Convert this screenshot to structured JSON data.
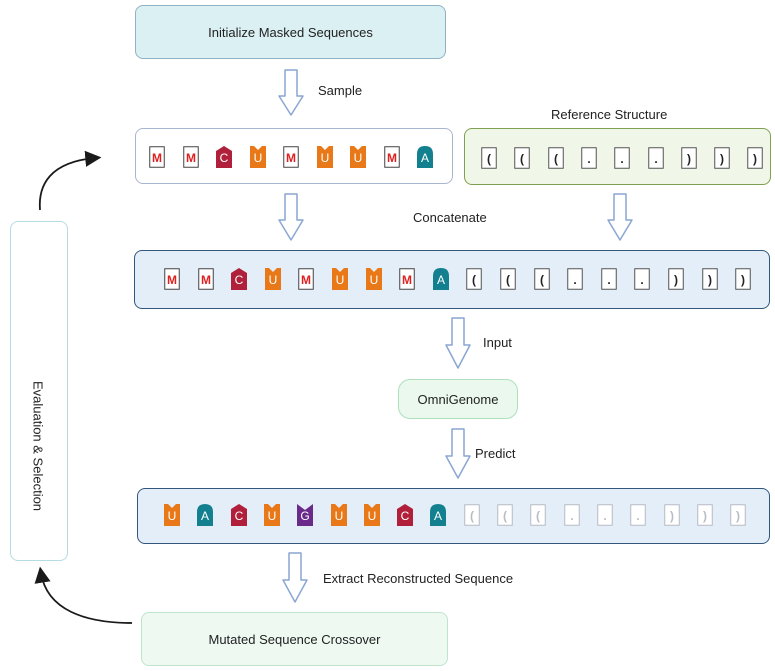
{
  "title_box": "Initialize Masked Sequences",
  "labels": {
    "sample": "Sample",
    "reference_structure": "Reference Structure",
    "concatenate": "Concatenate",
    "input": "Input",
    "predict": "Predict",
    "extract": "Extract  Reconstructed Sequence"
  },
  "model_box": "OmniGenome",
  "crossover_box": "Mutated Sequence Crossover",
  "evaluation_box": "Evaluation & Selection",
  "colors": {
    "M": "#e02020",
    "C": "#b0203a",
    "U": "#e87818",
    "A": "#13808f",
    "G": "#6a2a8a",
    "struct": "#222222",
    "struct_faded": "#b8bcc4"
  },
  "rows": {
    "masked": [
      "M",
      "M",
      "C",
      "U",
      "M",
      "U",
      "U",
      "M",
      "A"
    ],
    "reference": [
      "(",
      "(",
      "(",
      ".",
      ".",
      ".",
      ")",
      ")",
      ")"
    ],
    "concat": [
      "M",
      "M",
      "C",
      "U",
      "M",
      "U",
      "U",
      "M",
      "A",
      "(",
      "(",
      "(",
      ".",
      ".",
      ".",
      ")",
      ")",
      ")"
    ],
    "predicted": [
      "U",
      "A",
      "C",
      "U",
      "G",
      "U",
      "U",
      "C",
      "A",
      "(",
      "(",
      "(",
      ".",
      ".",
      ".",
      ")",
      ")",
      ")"
    ]
  }
}
